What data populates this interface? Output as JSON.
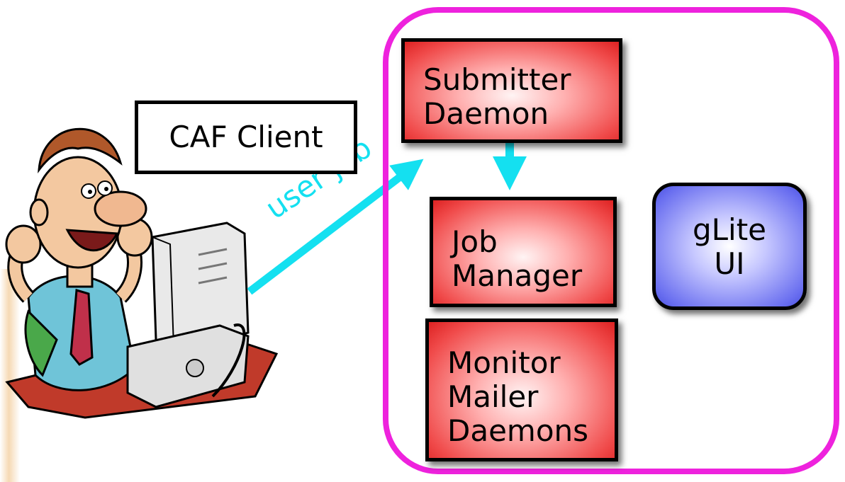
{
  "caf_client": {
    "label": "CAF Client"
  },
  "edge_label": "user job",
  "boxes": {
    "submitter": [
      "Submitter",
      "Daemon"
    ],
    "job_manager": [
      "Job",
      "Manager"
    ],
    "monitor": [
      "Monitor",
      "Mailer",
      "Daemons"
    ],
    "glite": [
      "gLite",
      "UI"
    ]
  },
  "colors": {
    "container_border": "#ee22dd",
    "arrow": "#14e0f0",
    "red_box": "#e83a3a",
    "blue_box": "#5a5ff0"
  },
  "icons": [
    "cartoon-user-at-computer-icon"
  ]
}
